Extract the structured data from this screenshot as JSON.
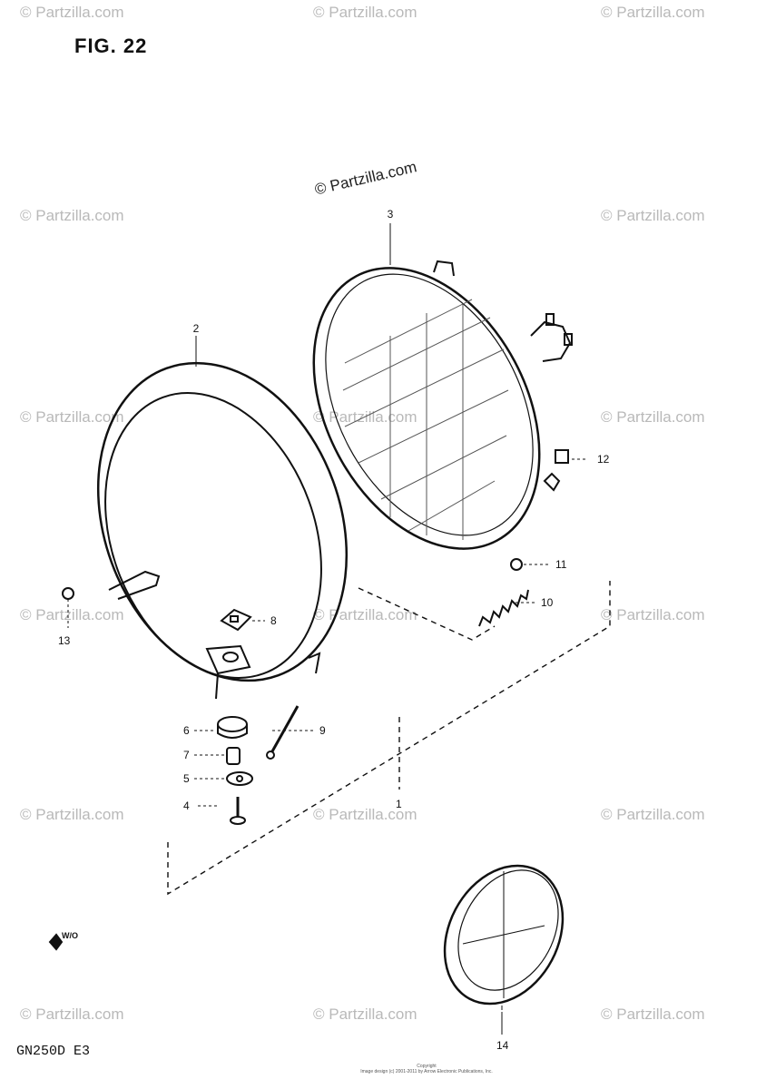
{
  "figure_title": "FIG. 22",
  "model_code": "GN250D E3",
  "center_watermark": "© Partzilla.com",
  "watermark_text": "© Partzilla.com",
  "footer_copyright": [
    "Copyright",
    "Image design (c) 2001-2011 by Arrow Electronic Publications, Inc."
  ],
  "callouts": [
    {
      "num": "1",
      "part": "headlamp-assembly"
    },
    {
      "num": "2",
      "part": "headlamp-housing-rim"
    },
    {
      "num": "3",
      "part": "headlamp-unit"
    },
    {
      "num": "4",
      "part": "screw"
    },
    {
      "num": "5",
      "part": "washer"
    },
    {
      "num": "6",
      "part": "cushion"
    },
    {
      "num": "7",
      "part": "spacer"
    },
    {
      "num": "8",
      "part": "nut"
    },
    {
      "num": "9",
      "part": "adjusting-screw"
    },
    {
      "num": "10",
      "part": "spring"
    },
    {
      "num": "11",
      "part": "nut"
    },
    {
      "num": "12",
      "part": "nut"
    },
    {
      "num": "13",
      "part": "screw"
    },
    {
      "num": "14",
      "part": "lens"
    }
  ],
  "badge_text": "W/O",
  "colors": {
    "line": "#111111",
    "watermark": "#b9b9b9",
    "background": "#ffffff"
  }
}
